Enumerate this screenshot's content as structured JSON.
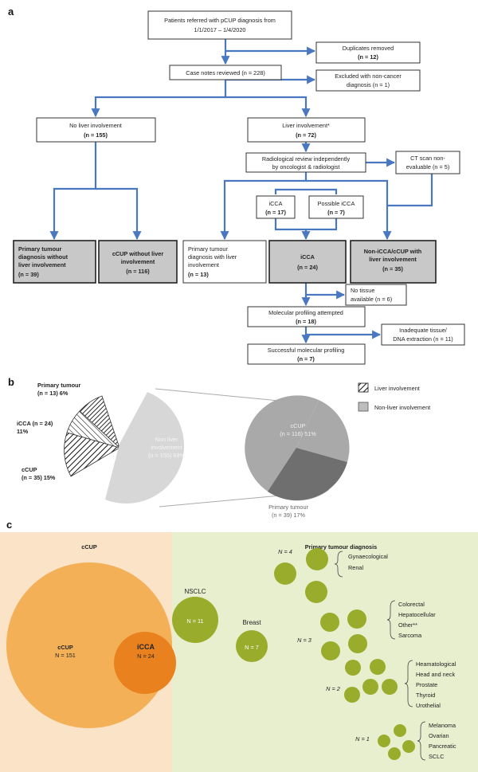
{
  "panels": {
    "a": "a",
    "b": "b",
    "c": "c"
  },
  "flow": {
    "referred": {
      "line1": "Patients referred with pCUP diagnosis from",
      "line2": "1/1/2017 – 1/4/2020"
    },
    "duplicates": {
      "line1": "Duplicates removed",
      "n": "(n = 12)"
    },
    "reviewed": {
      "line1": "Case notes reviewed (n = 228)"
    },
    "excluded": {
      "line1": "Excluded with non-cancer",
      "line2": "diagnosis (n = 1)"
    },
    "no_liver": {
      "line1": "No liver involvement",
      "n": "(n = 155)"
    },
    "liver": {
      "line1": "Liver involvement*",
      "n": "(n = 72)"
    },
    "radiological": {
      "line1": "Radiological review independently",
      "line2": "by oncologist & radiologist"
    },
    "ct_nonevaluable": {
      "line1": "CT scan non-",
      "line2": "evaluable (n = 5)"
    },
    "icca_small": {
      "line1": "iCCA",
      "n": "(n = 17)"
    },
    "possible_icca": {
      "line1": "Possible iCCA",
      "n": "(n = 7)"
    },
    "primary_no_liver": {
      "line1": "Primary tumour",
      "line2": "diagnosis without",
      "line3": "liver involvement",
      "n": "(n = 39)"
    },
    "ccup_no_liver": {
      "line1": "cCUP without liver",
      "line2": "involvement",
      "n": "(n = 116)"
    },
    "primary_liver": {
      "line1": "Primary tumour",
      "line2": "diagnosis with liver",
      "line3": "involvement",
      "n": "(n = 13)"
    },
    "icca_total": {
      "line1": "iCCA",
      "n": "(n = 24)"
    },
    "non_icca": {
      "line1": "Non-iCCA/cCUP with",
      "line2": "liver involvement",
      "n": "(n = 35)"
    },
    "no_tissue": {
      "line1": "No tissue",
      "line2": "available (n = 6)"
    },
    "mol_attempted": {
      "line1": "Molecular profiling attempted",
      "n": "(n = 18)"
    },
    "inadequate": {
      "line1": "Inadequate tissue/",
      "line2": "DNA extraction (n = 11)"
    },
    "mol_success": {
      "line1": "Successful molecular profiling",
      "n": "(n = 7)"
    }
  },
  "pie": {
    "left_labels": {
      "primary": {
        "line1": "Primary tumour",
        "line2": "(n = 13) 6%"
      },
      "icca": {
        "line1": "iCCA (n = 24)",
        "line2": "11%"
      },
      "ccup": {
        "line1": "cCUP",
        "line2": "(n = 35) 15%"
      }
    },
    "non_liver": {
      "line1": "Non liver",
      "line2": "involvement",
      "line3": "(n = 155) 68%"
    },
    "right": {
      "ccup": {
        "line1": "cCUP",
        "line2": "(n = 116) 51%"
      },
      "primary": {
        "line1": "Primary tumour",
        "line2": "(n = 39) 17%"
      }
    },
    "legend": {
      "liver": "Liver involvement",
      "non_liver": "Non-liver involvement"
    }
  },
  "venn": {
    "ccup_title": "cCUP",
    "primary_title": "Primary tumour diagnosis",
    "ccup_circle": {
      "label": "cCUP",
      "n": "N = 151"
    },
    "icca_circle": {
      "label": "iCCA",
      "n": "N = 24"
    },
    "nsclc": {
      "label": "NSCLC",
      "n": "N = 11"
    },
    "breast": {
      "label": "Breast",
      "n": "N = 7"
    },
    "groups": [
      {
        "n": "N = 4",
        "items": [
          "Gynaecological",
          "Renal"
        ]
      },
      {
        "n": "N = 3",
        "items": [
          "Colorectal",
          "Hepatocellular",
          "Other**",
          "Sarcoma"
        ]
      },
      {
        "n": "N = 2",
        "items": [
          "Heamatological",
          "Head and neck",
          "Prostate",
          "Thyroid",
          "Urothelial"
        ]
      },
      {
        "n": "N = 1",
        "items": [
          "Melanoma",
          "Ovarian",
          "Pancreatic",
          "SCLC"
        ]
      }
    ]
  },
  "colors": {
    "arrow_blue": "#4a78c0",
    "grey_box": "#c8c8c8",
    "ccup_bg": "#fbe3c7",
    "primary_bg": "#e7efcf",
    "ccup_circle": "#f3b057",
    "icca_circle": "#e9821e",
    "green_circle": "#9aac2c"
  }
}
